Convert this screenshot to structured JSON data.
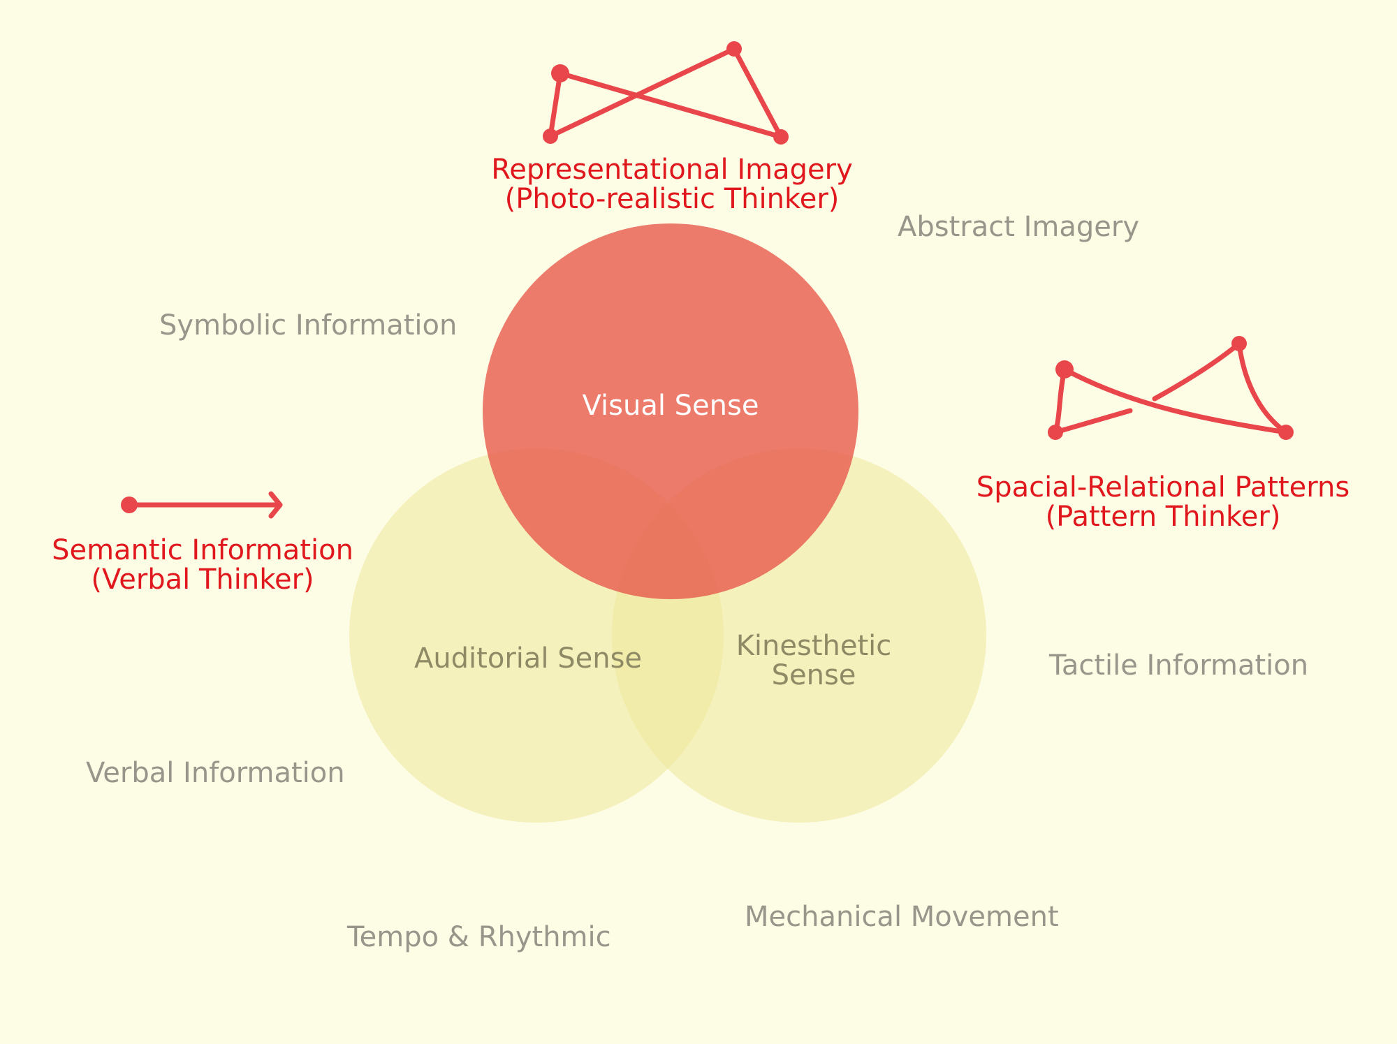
{
  "colors": {
    "background": "#fdfce5",
    "visual_circle": "#e7564a",
    "sense_circles": "#efe89b",
    "accent_red": "#e0181e",
    "icon_red": "#e8464a",
    "grey_text": "#98968a"
  },
  "circles": {
    "visual": "Visual Sense",
    "auditorial": "Auditorial Sense",
    "kinesthetic": [
      "Kinesthetic",
      "Sense"
    ]
  },
  "thinkers": {
    "photo": [
      "Representational Imagery",
      "(Photo-realistic Thinker)"
    ],
    "pattern": [
      "Spacial-Relational Patterns",
      "(Pattern Thinker)"
    ],
    "verbal": [
      "Semantic Information",
      "(Verbal Thinker)"
    ]
  },
  "info_labels": {
    "abstract": "Abstract Imagery",
    "symbolic": "Symbolic Information",
    "tactile": "Tactile Information",
    "verbal": "Verbal Information",
    "tempo": "Tempo & Rhythmic",
    "mechanical": "Mechanical Movement"
  },
  "icons": {
    "photo": "crossed-quadrilateral-icon",
    "pattern": "broken-crossed-quadrilateral-icon",
    "verbal": "arrow-right-icon"
  }
}
